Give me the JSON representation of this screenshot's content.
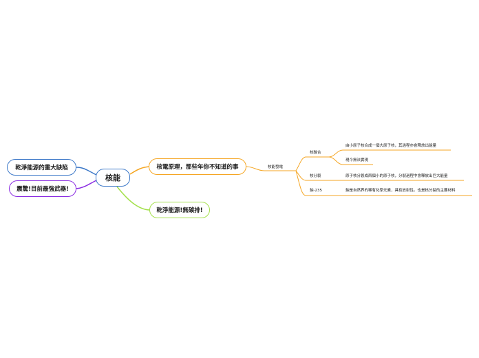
{
  "central": {
    "label": "核能"
  },
  "branches": {
    "atom_facts": "核電原理，那些年你不知道的事",
    "clean_energy_top": "乾淨能源!無碳排!",
    "clean_energy_flaw": "乾淨能源的重大缺陷",
    "shocking_weapon": "震驚!目前最強武器!"
  },
  "sub": {
    "nuclear_power": "核能發電",
    "fusion": "核融合",
    "fission": "核分裂",
    "u235": "鈾-235"
  },
  "leaves": {
    "fusion_desc": "由小原子核合成一個大原子核，其過程亦會釋放出能量",
    "fusion_status": "現今無法實現",
    "fission_desc": "原子核分裂成兩個小的原子核，分裂過程中會釋放出巨大能量",
    "u235_desc": "鈾是自然界的稀有化學元素，具有放射性。也是核分裂的主要材料"
  },
  "colors": {
    "central": "#3c78c8",
    "orange": "#f5a623",
    "green": "#a3e04a",
    "blue": "#3c78c8",
    "purple": "#8a2be2"
  }
}
